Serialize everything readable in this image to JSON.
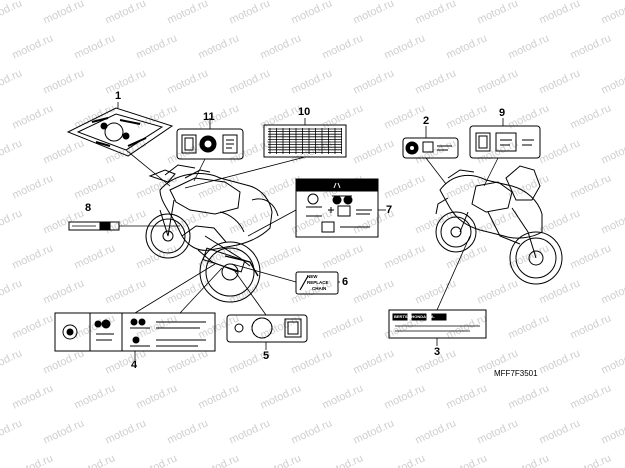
{
  "watermark": "motod.ru",
  "diagram_code": "MFF7F3501",
  "callouts": [
    "1",
    "2",
    "3",
    "4",
    "5",
    "6",
    "7",
    "8",
    "9",
    "10",
    "11"
  ],
  "label6": {
    "line1": "NEW",
    "line2": "REPLACE",
    "line3": "CHAIN"
  },
  "label3": {
    "text": "BERTSA  HONDA  S.A."
  }
}
